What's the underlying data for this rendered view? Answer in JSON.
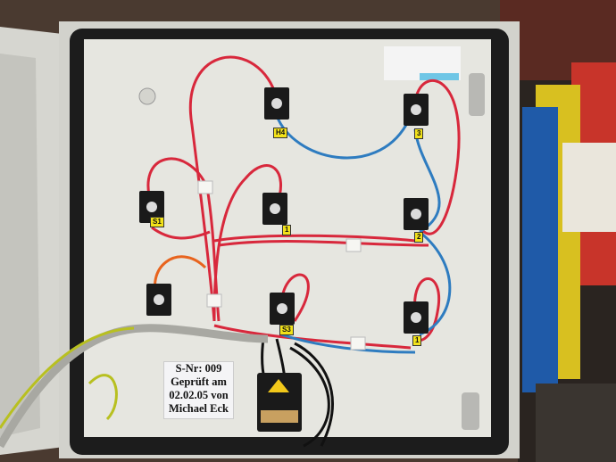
{
  "inspection_label": {
    "lines": [
      "S-Nr: 009",
      "Geprüft am",
      "02.02.05 von",
      "Michael Eck"
    ]
  },
  "component_tags": {
    "h4": "H4",
    "s1": "S1",
    "s3": "S3",
    "t1": "1",
    "t2": "2",
    "t3": "3",
    "t1b": "1"
  },
  "colors": {
    "panel": "#e6e6e0",
    "gasket": "#1c1c1c",
    "red_wire": "#d8283c",
    "blue_wire": "#2e7cc0",
    "tag_yellow": "#f2e21a"
  }
}
